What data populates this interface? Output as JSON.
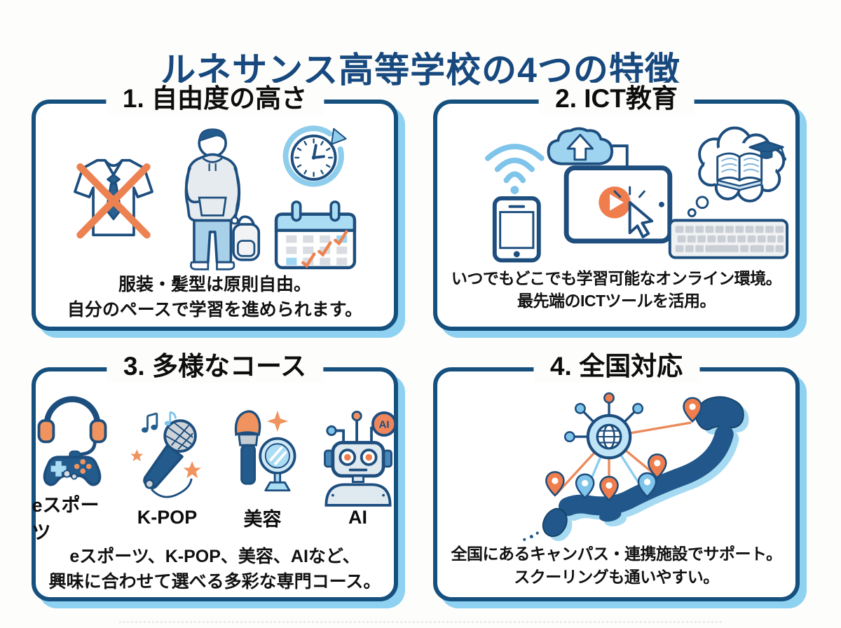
{
  "page": {
    "title": "ルネサンス高等学校の4つの特徴"
  },
  "colors": {
    "title_navy": "#17497f",
    "outline_navy": "#1d4e7e",
    "card_border_navy": "#15507f",
    "card_shadow_blue": "#8ed1f0",
    "light_blue": "#7fc4ea",
    "orange": "#ef7d4d",
    "text_black": "#111111"
  },
  "cards": [
    {
      "title": "1. 自由度の高さ",
      "desc": [
        "服装・髪型は原則自由。",
        "自分のペースで学習を進められます。"
      ],
      "icons": [
        "no-uniform-icon",
        "casual-student-icon",
        "flexible-time-clock-icon",
        "schedule-calendar-icon"
      ]
    },
    {
      "title": "2. ICT教育",
      "desc": [
        "いつでもどこでも学習可能なオンライン環境。",
        "最先端のICTツールを活用。"
      ],
      "icons": [
        "wifi-icon",
        "smartphone-icon",
        "cloud-upload-icon",
        "tablet-video-icon",
        "cursor-icon",
        "study-thought-bubble-icon",
        "keyboard-icon"
      ]
    },
    {
      "title": "3. 多様なコース",
      "desc": [
        "eスポーツ、K-POP、美容、AIなど、",
        "興味に合わせて選べる多彩な専門コース。"
      ],
      "ai_badge": "AI",
      "courses": [
        {
          "label": "eスポーツ",
          "icon": "esports-icon"
        },
        {
          "label": "K-POP",
          "icon": "kpop-mic-icon"
        },
        {
          "label": "美容",
          "icon": "beauty-icon"
        },
        {
          "label": "AI",
          "icon": "ai-robot-icon"
        }
      ]
    },
    {
      "title": "4. 全国対応",
      "desc": [
        "全国にあるキャンパス・連携施設でサポート。",
        "スクーリングも通いやすい。"
      ],
      "icons": [
        "network-globe-icon",
        "japan-map-icon",
        "location-pin-icon"
      ]
    }
  ]
}
